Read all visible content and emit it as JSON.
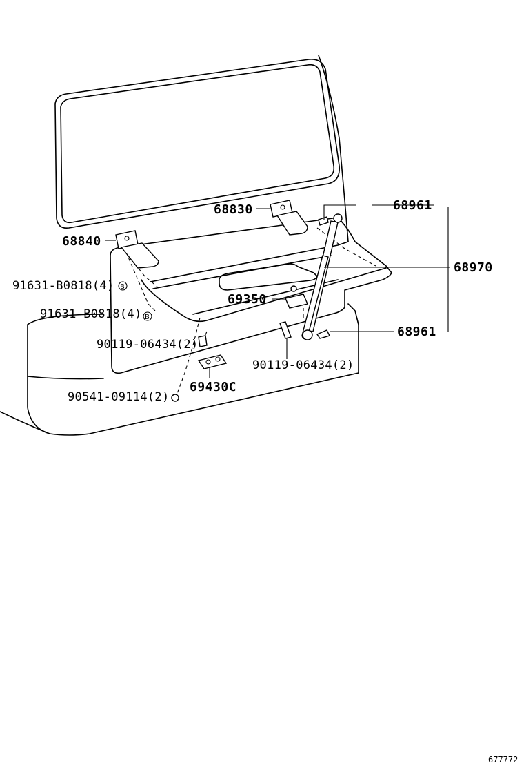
{
  "diagram": {
    "labels": {
      "p68961_top": "68961",
      "p68830": "68830",
      "p68840": "68840",
      "p68970": "68970",
      "p91631_a": "91631-B0818(4)",
      "p91631_b": "91631-B0818(4)",
      "p69350": "69350",
      "p90119_left": "90119-06434(2)",
      "p68961_bot": "68961",
      "p90119_right": "90119-06434(2)",
      "p69430c": "69430C",
      "p90541": "90541-09114(2)",
      "ref": "677772"
    },
    "markers": {
      "b_a": "B",
      "b_b": "B"
    }
  }
}
